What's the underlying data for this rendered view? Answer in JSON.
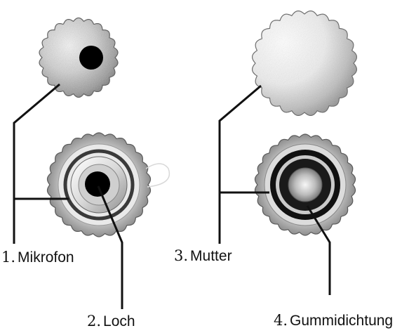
{
  "figure": {
    "labels": [
      {
        "num": "1.",
        "text": "Mikrofon"
      },
      {
        "num": "2.",
        "text": "Loch"
      },
      {
        "num": "3.",
        "text": "Mutter"
      },
      {
        "num": "4.",
        "text": "Gummidichtung"
      }
    ]
  },
  "colors": {
    "metal_light": "#e6e6e6",
    "metal_mid": "#a9a9a9",
    "metal_dark": "#555555",
    "hole": "#000000",
    "leader_line": "#111111"
  },
  "icons": {
    "part_1": "knurled-cap-with-hole-icon",
    "part_2": "knurled-ring-with-hole-icon",
    "part_3": "knurled-cap-icon",
    "part_4": "knurled-ring-with-seal-icon"
  }
}
